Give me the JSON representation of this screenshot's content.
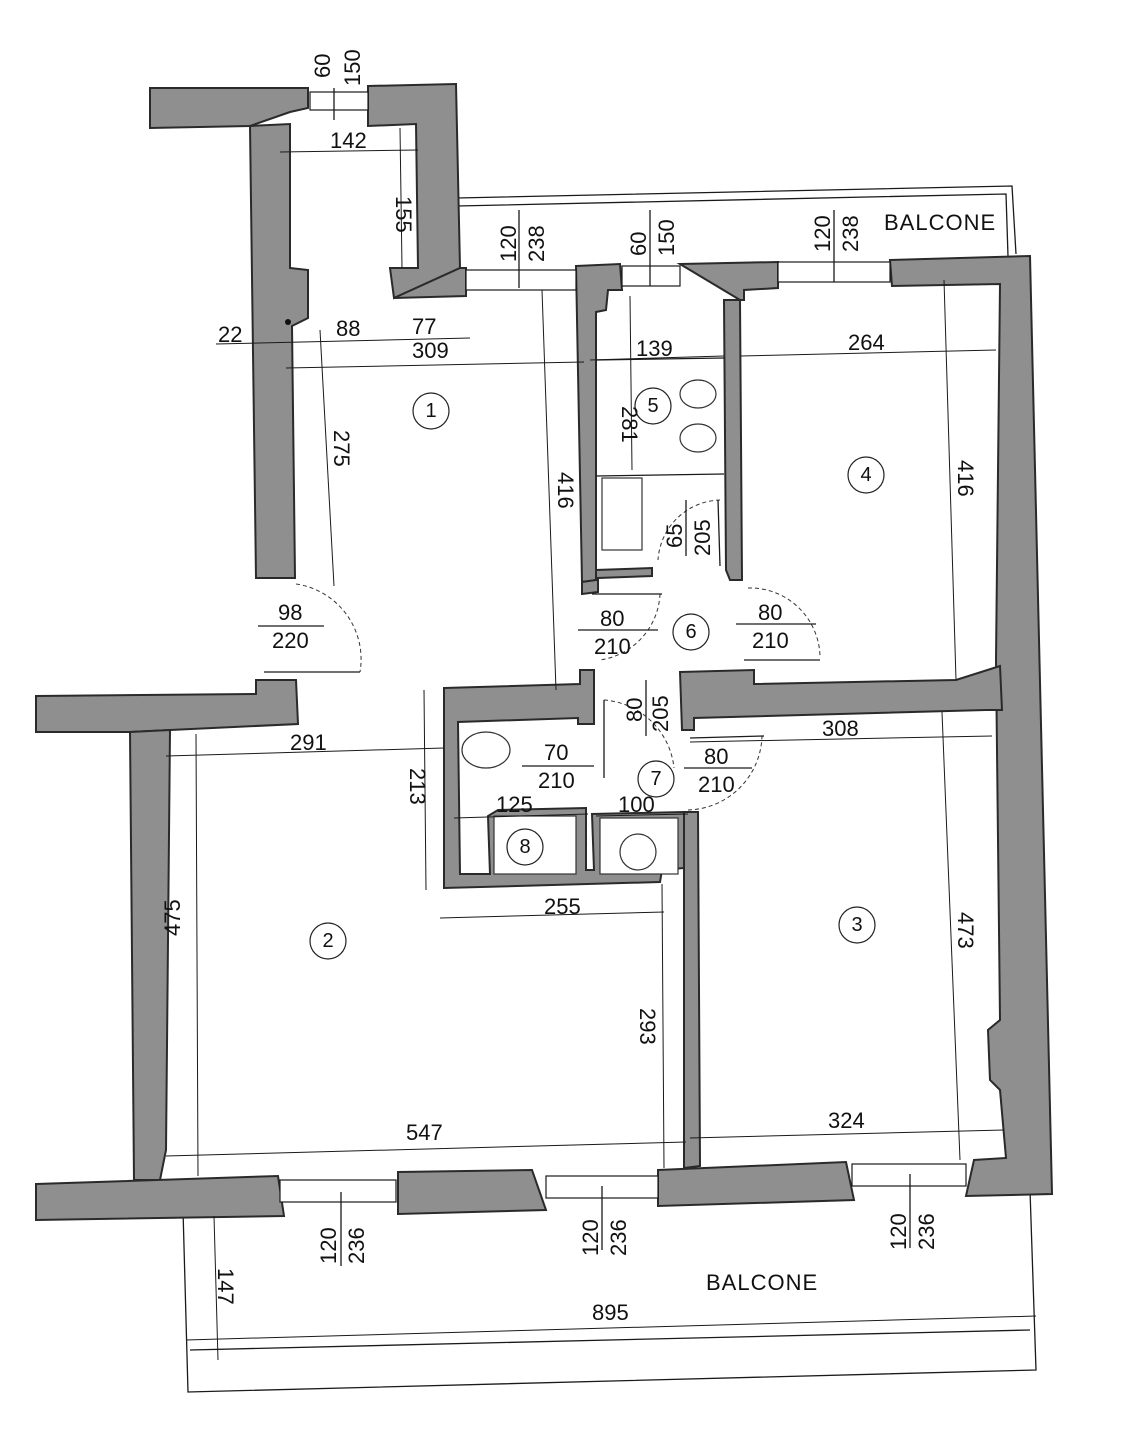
{
  "balconies": {
    "top_label": "BALCONE",
    "bottom_label": "BALCONE"
  },
  "rooms": [
    "1",
    "2",
    "3",
    "4",
    "5",
    "6",
    "7",
    "8"
  ],
  "dimensions": {
    "entry_width": "142",
    "entry_depth": "155",
    "d22": "22",
    "d88": "88",
    "d77": "77",
    "d309": "309",
    "d275": "275",
    "d416_left": "416",
    "d139": "139",
    "d281": "281",
    "d264": "264",
    "d416_right": "416",
    "d291": "291",
    "d213": "213",
    "d125": "125",
    "d100": "100",
    "d308": "308",
    "d255": "255",
    "d475": "475",
    "d293": "293",
    "d473": "473",
    "d547": "547",
    "d324": "324",
    "d147": "147",
    "d895": "895"
  },
  "openings": {
    "win_top_small": {
      "a": "60",
      "b": "150"
    },
    "win_top_1": {
      "a": "120",
      "b": "238"
    },
    "win_top_2": {
      "a": "60",
      "b": "150"
    },
    "win_top_3": {
      "a": "120",
      "b": "238"
    },
    "win_bottom_1": {
      "a": "120",
      "b": "236"
    },
    "win_bottom_2": {
      "a": "120",
      "b": "236"
    },
    "win_bottom_3": {
      "a": "120",
      "b": "236"
    },
    "door_entry": {
      "w": "98",
      "h": "220"
    },
    "door_6_left": {
      "w": "80",
      "h": "210"
    },
    "door_6_right": {
      "w": "80",
      "h": "210"
    },
    "door_5": {
      "w": "65",
      "h": "205"
    },
    "door_7_top": {
      "w": "80",
      "h": "205"
    },
    "door_8": {
      "w": "70",
      "h": "210"
    },
    "door_7_right": {
      "w": "80",
      "h": "210"
    }
  }
}
